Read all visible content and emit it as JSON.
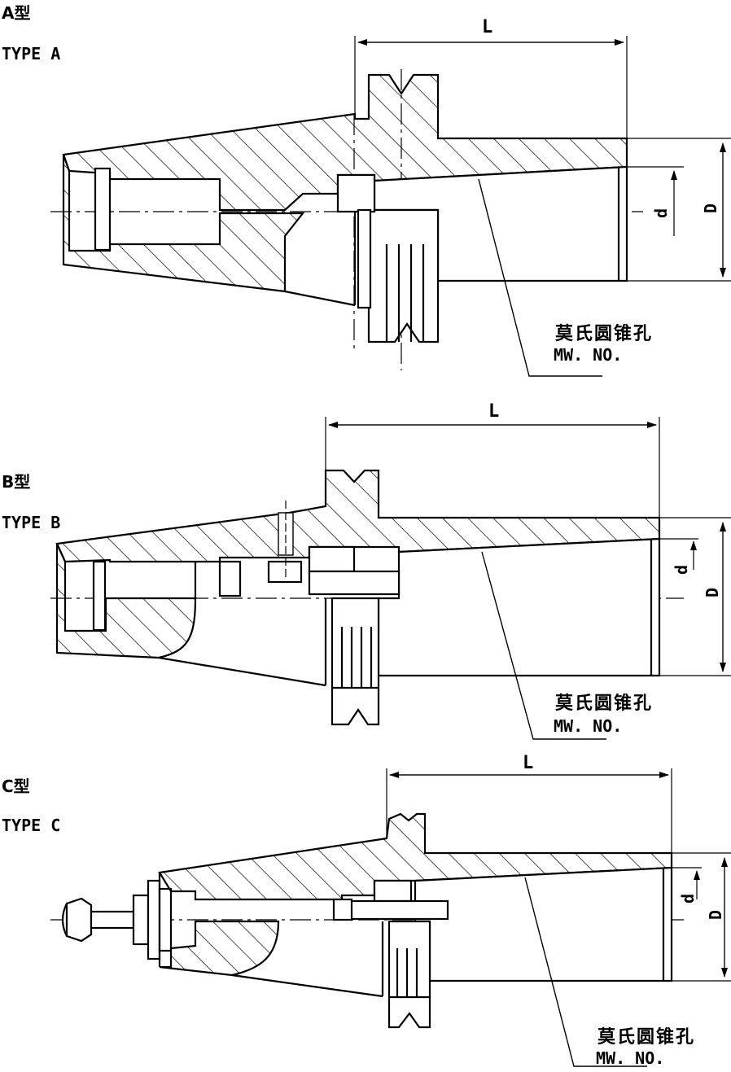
{
  "views": [
    {
      "type_label_cn": "A型",
      "type_label_en": "TYPE A",
      "dim_L": "L",
      "dim_d": "d",
      "dim_D": "D",
      "note_cn": "莫氏圆锥孔",
      "note_en": "MW. NO."
    },
    {
      "type_label_cn": "B型",
      "type_label_en": "TYPE B",
      "dim_L": "L",
      "dim_d": "d",
      "dim_D": "D",
      "note_cn": "莫氏圆锥孔",
      "note_en": "MW. NO."
    },
    {
      "type_label_cn": "C型",
      "type_label_en": "TYPE C",
      "dim_L": "L",
      "dim_d": "d",
      "dim_D": "D",
      "note_cn": "莫氏圆锥孔",
      "note_en": "MW. NO."
    }
  ],
  "colors": {
    "line": "#000000",
    "background": "#ffffff"
  }
}
